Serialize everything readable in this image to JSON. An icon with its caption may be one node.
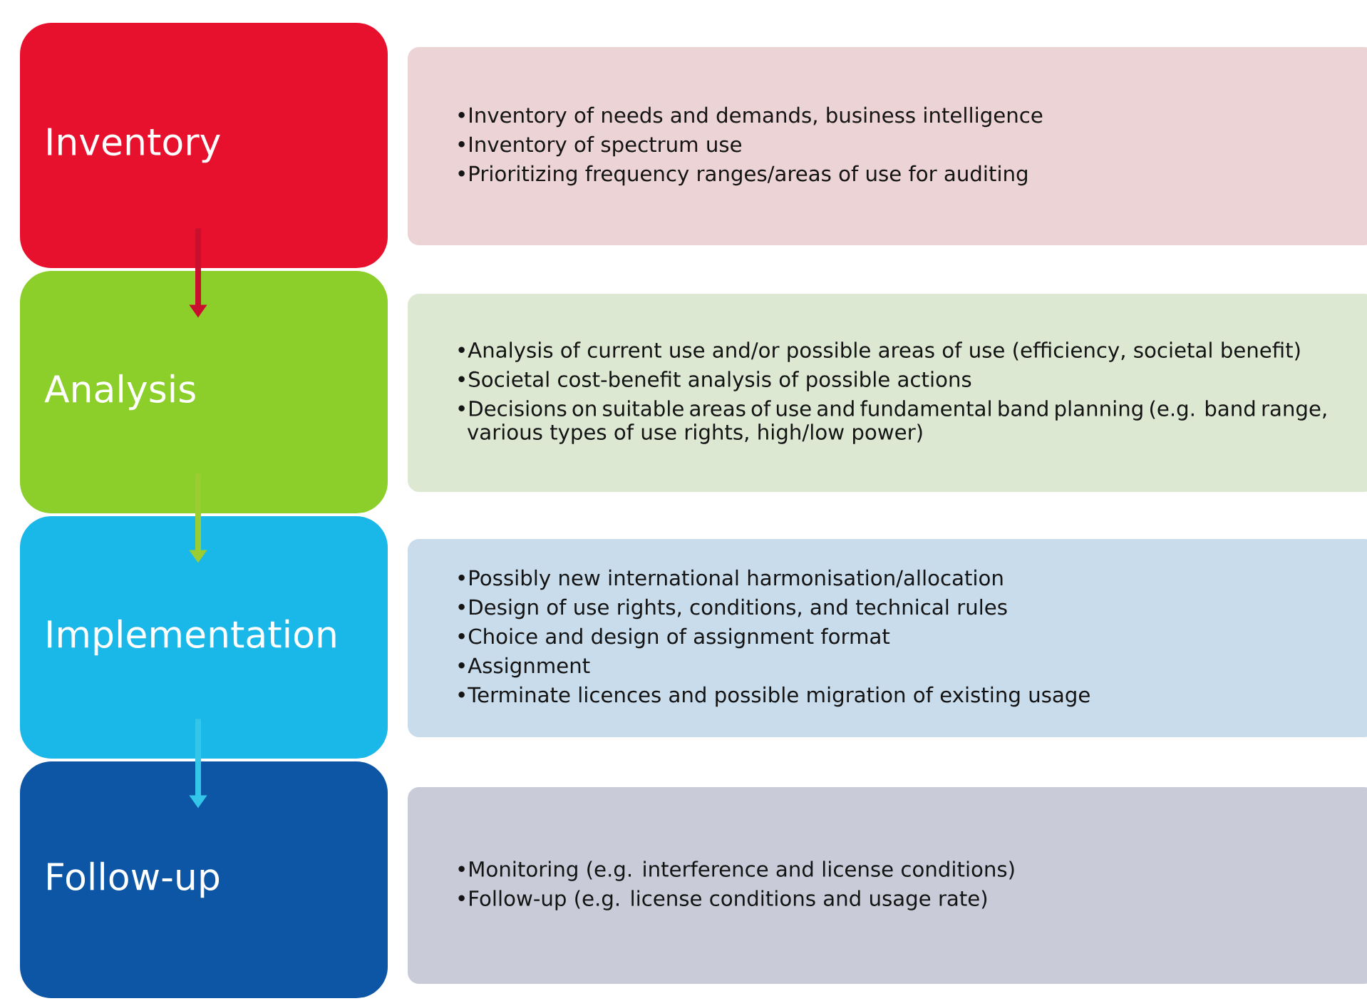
{
  "diagram": {
    "nodes": [
      {
        "text": [
          "Inventory"
        ]
      },
      {
        "text": [
          "•Inventory of needs and demands, business intelligence",
          "•Inventory of spectrum use",
          "•Prioritizing frequency ranges/areas of use for auditing"
        ]
      },
      {
        "text": [
          "Analysis"
        ]
      },
      {
        "text": [
          "•Analysis of current use and/or possible areas of use (efficiency, societal benefit)",
          "•Societal cost-benefit analysis of possible actions",
          "•Decisions on suitable areas of use and fundamental band planning (e.g. band range, various types of use rights, high/low power)"
        ]
      },
      {
        "text": [
          "Implementation"
        ]
      },
      {
        "text": [
          "•Possibly new international harmonisation/allocation",
          "•Design of use rights, conditions, and technical rules",
          "•Choice and design of assignment format",
          "•Assignment",
          "•Terminate licences and possible migration of existing usage"
        ]
      },
      {
        "text": [
          "Follow-up"
        ]
      },
      {
        "text": [
          "•Monitoring (e.g. interference and license conditions)",
          "•Follow-up (e.g. license conditions and usage rate)"
        ]
      }
    ],
    "edges": [
      {
        "from": 0,
        "to": 2,
        "arrow": "to",
        "color": "#c8102e"
      },
      {
        "from": 2,
        "to": 4,
        "arrow": "to",
        "color": "#9acd32"
      },
      {
        "from": 4,
        "to": 6,
        "arrow": "to",
        "color": "#33c6e8"
      }
    ]
  }
}
